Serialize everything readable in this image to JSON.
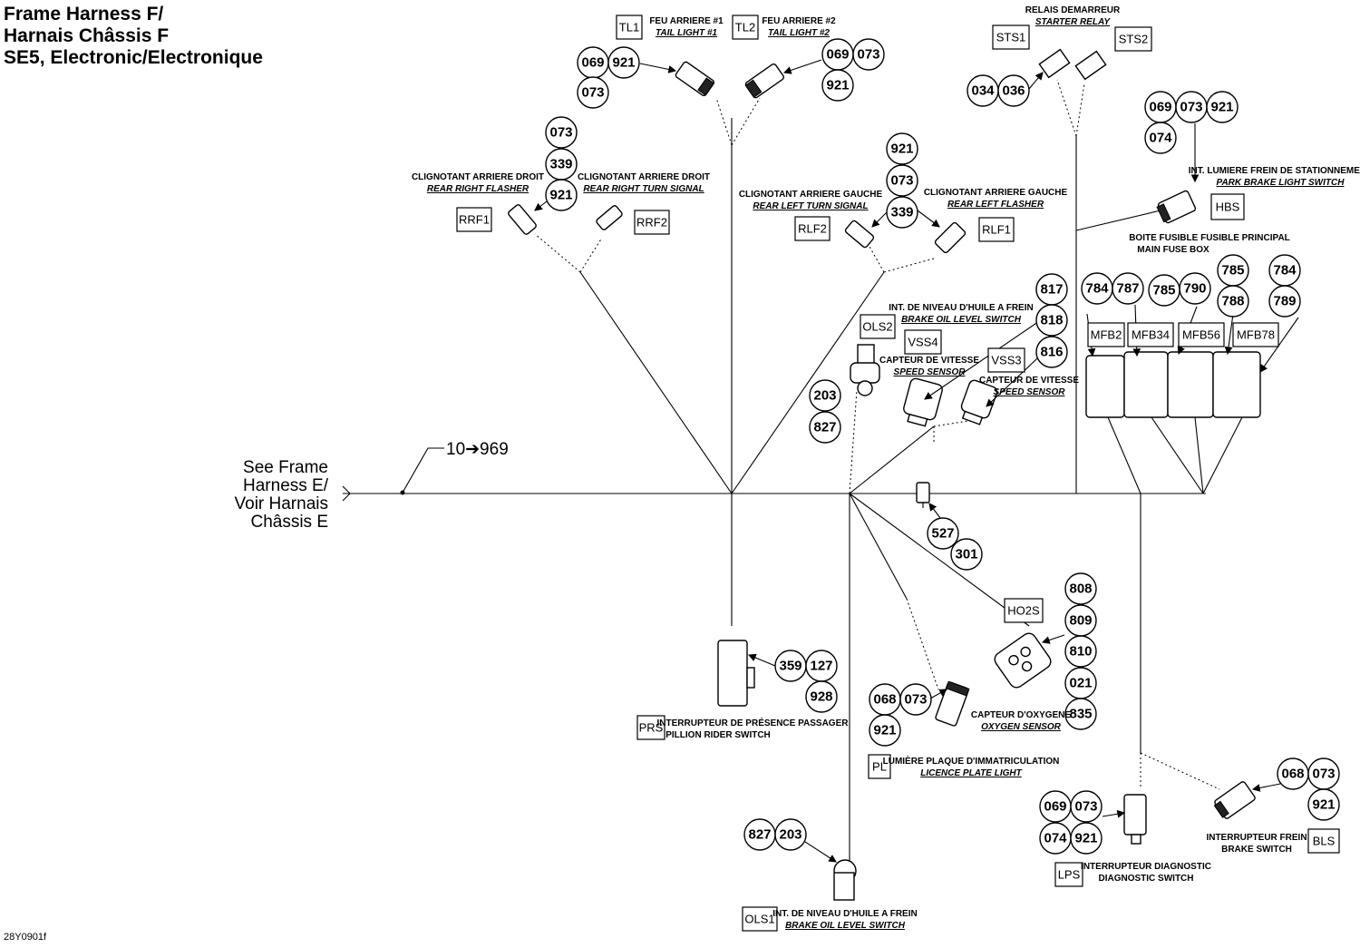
{
  "title": {
    "line1": "Frame Harness F/",
    "line2": "Harnais Châssis F",
    "line3": "SE5, Electronic/Electronique"
  },
  "see_frame": {
    "line1": "See Frame",
    "line2": "Harness E/",
    "line3": "Voir Harnais",
    "line4": "Châssis E"
  },
  "wire_ref": "10➔969",
  "drawing_code": "28Y0901f",
  "components": {
    "TL1": {
      "code": "TL1",
      "fr": "FEU ARRIERE #1",
      "en": "TAIL LIGHT #1",
      "parts": [
        "069",
        "921",
        "073"
      ]
    },
    "TL2": {
      "code": "TL2",
      "fr": "FEU ARRIERE #2",
      "en": "TAIL LIGHT #2",
      "parts": [
        "069",
        "073",
        "921"
      ]
    },
    "STS": {
      "code1": "STS1",
      "code2": "STS2",
      "fr": "RELAIS DEMARREUR",
      "en": "STARTER RELAY",
      "parts": [
        "034",
        "036"
      ]
    },
    "HBS": {
      "code": "HBS",
      "fr": "INT. LUMIERE FREIN DE STATIONNEMENT",
      "en": "PARK BRAKE LIGHT SWITCH",
      "parts": [
        "069",
        "073",
        "921",
        "074"
      ]
    },
    "MFB": {
      "fr": "BOITE FUSIBLE FUSIBLE PRINCIPAL",
      "en": "MAIN FUSE BOX",
      "codes": [
        "MFB2",
        "MFB34",
        "MFB56",
        "MFB78"
      ],
      "parts": [
        "784",
        "787",
        "785",
        "790",
        "785",
        "788",
        "784",
        "789"
      ]
    },
    "RRF1": {
      "code": "RRF1",
      "fr": "CLIGNOTANT ARRIERE DROIT",
      "en": "REAR RIGHT FLASHER",
      "parts": [
        "073",
        "339",
        "921"
      ]
    },
    "RRF2": {
      "code": "RRF2",
      "fr": "CLIGNOTANT ARRIERE DROIT",
      "en": "REAR RIGHT TURN SIGNAL"
    },
    "RLF2": {
      "code": "RLF2",
      "fr": "CLIGNOTANT ARRIERE GAUCHE",
      "en": "REAR LEFT TURN SIGNAL",
      "parts": [
        "921",
        "073",
        "339"
      ]
    },
    "RLF1": {
      "code": "RLF1",
      "fr": "CLIGNOTANT ARRIERE GAUCHE",
      "en": "REAR LEFT FLASHER"
    },
    "OLS2": {
      "code": "OLS2",
      "fr": "INT. DE NIVEAU D'HUILE A FREIN",
      "en": "BRAKE OIL LEVEL SWITCH",
      "parts": [
        "203",
        "827"
      ]
    },
    "VSS4": {
      "code": "VSS4",
      "fr": "CAPTEUR DE VITESSE",
      "en": "SPEED SENSOR",
      "parts": [
        "817",
        "818",
        "816"
      ]
    },
    "VSS3": {
      "code": "VSS3",
      "fr": "CAPTEUR DE VITESSE",
      "en": "SPEED SENSOR"
    },
    "splice": {
      "parts": [
        "527",
        "301"
      ]
    },
    "HO2S": {
      "code": "HO2S",
      "fr": "CAPTEUR D'OXYGENE",
      "en": "OXYGEN SENSOR",
      "parts": [
        "808",
        "809",
        "810",
        "021",
        "835"
      ]
    },
    "PRS": {
      "code": "PRS",
      "fr": "INTERRUPTEUR DE PRÉSENCE PASSAGER",
      "en": "PILLION RIDER SWITCH",
      "parts": [
        "359",
        "127",
        "928"
      ]
    },
    "PL": {
      "code": "PL",
      "fr": "LUMIÈRE PLAQUE D'IMMATRICULATION",
      "en": "LICENCE PLATE LIGHT",
      "parts": [
        "068",
        "073",
        "921"
      ]
    },
    "LPS": {
      "code": "LPS",
      "fr": "INTERRUPTEUR DIAGNOSTIC",
      "en": "DIAGNOSTIC SWITCH",
      "parts": [
        "069",
        "073",
        "074",
        "921"
      ]
    },
    "BLS": {
      "code": "BLS",
      "fr": "INTERRUPTEUR FREIN",
      "en": "BRAKE SWITCH",
      "parts": [
        "068",
        "073",
        "921"
      ]
    },
    "OLS1": {
      "code": "OLS1",
      "fr": "INT. DE NIVEAU D'HUILE A FREIN",
      "en": "BRAKE OIL LEVEL SWITCH",
      "parts": [
        "827",
        "203"
      ]
    }
  }
}
